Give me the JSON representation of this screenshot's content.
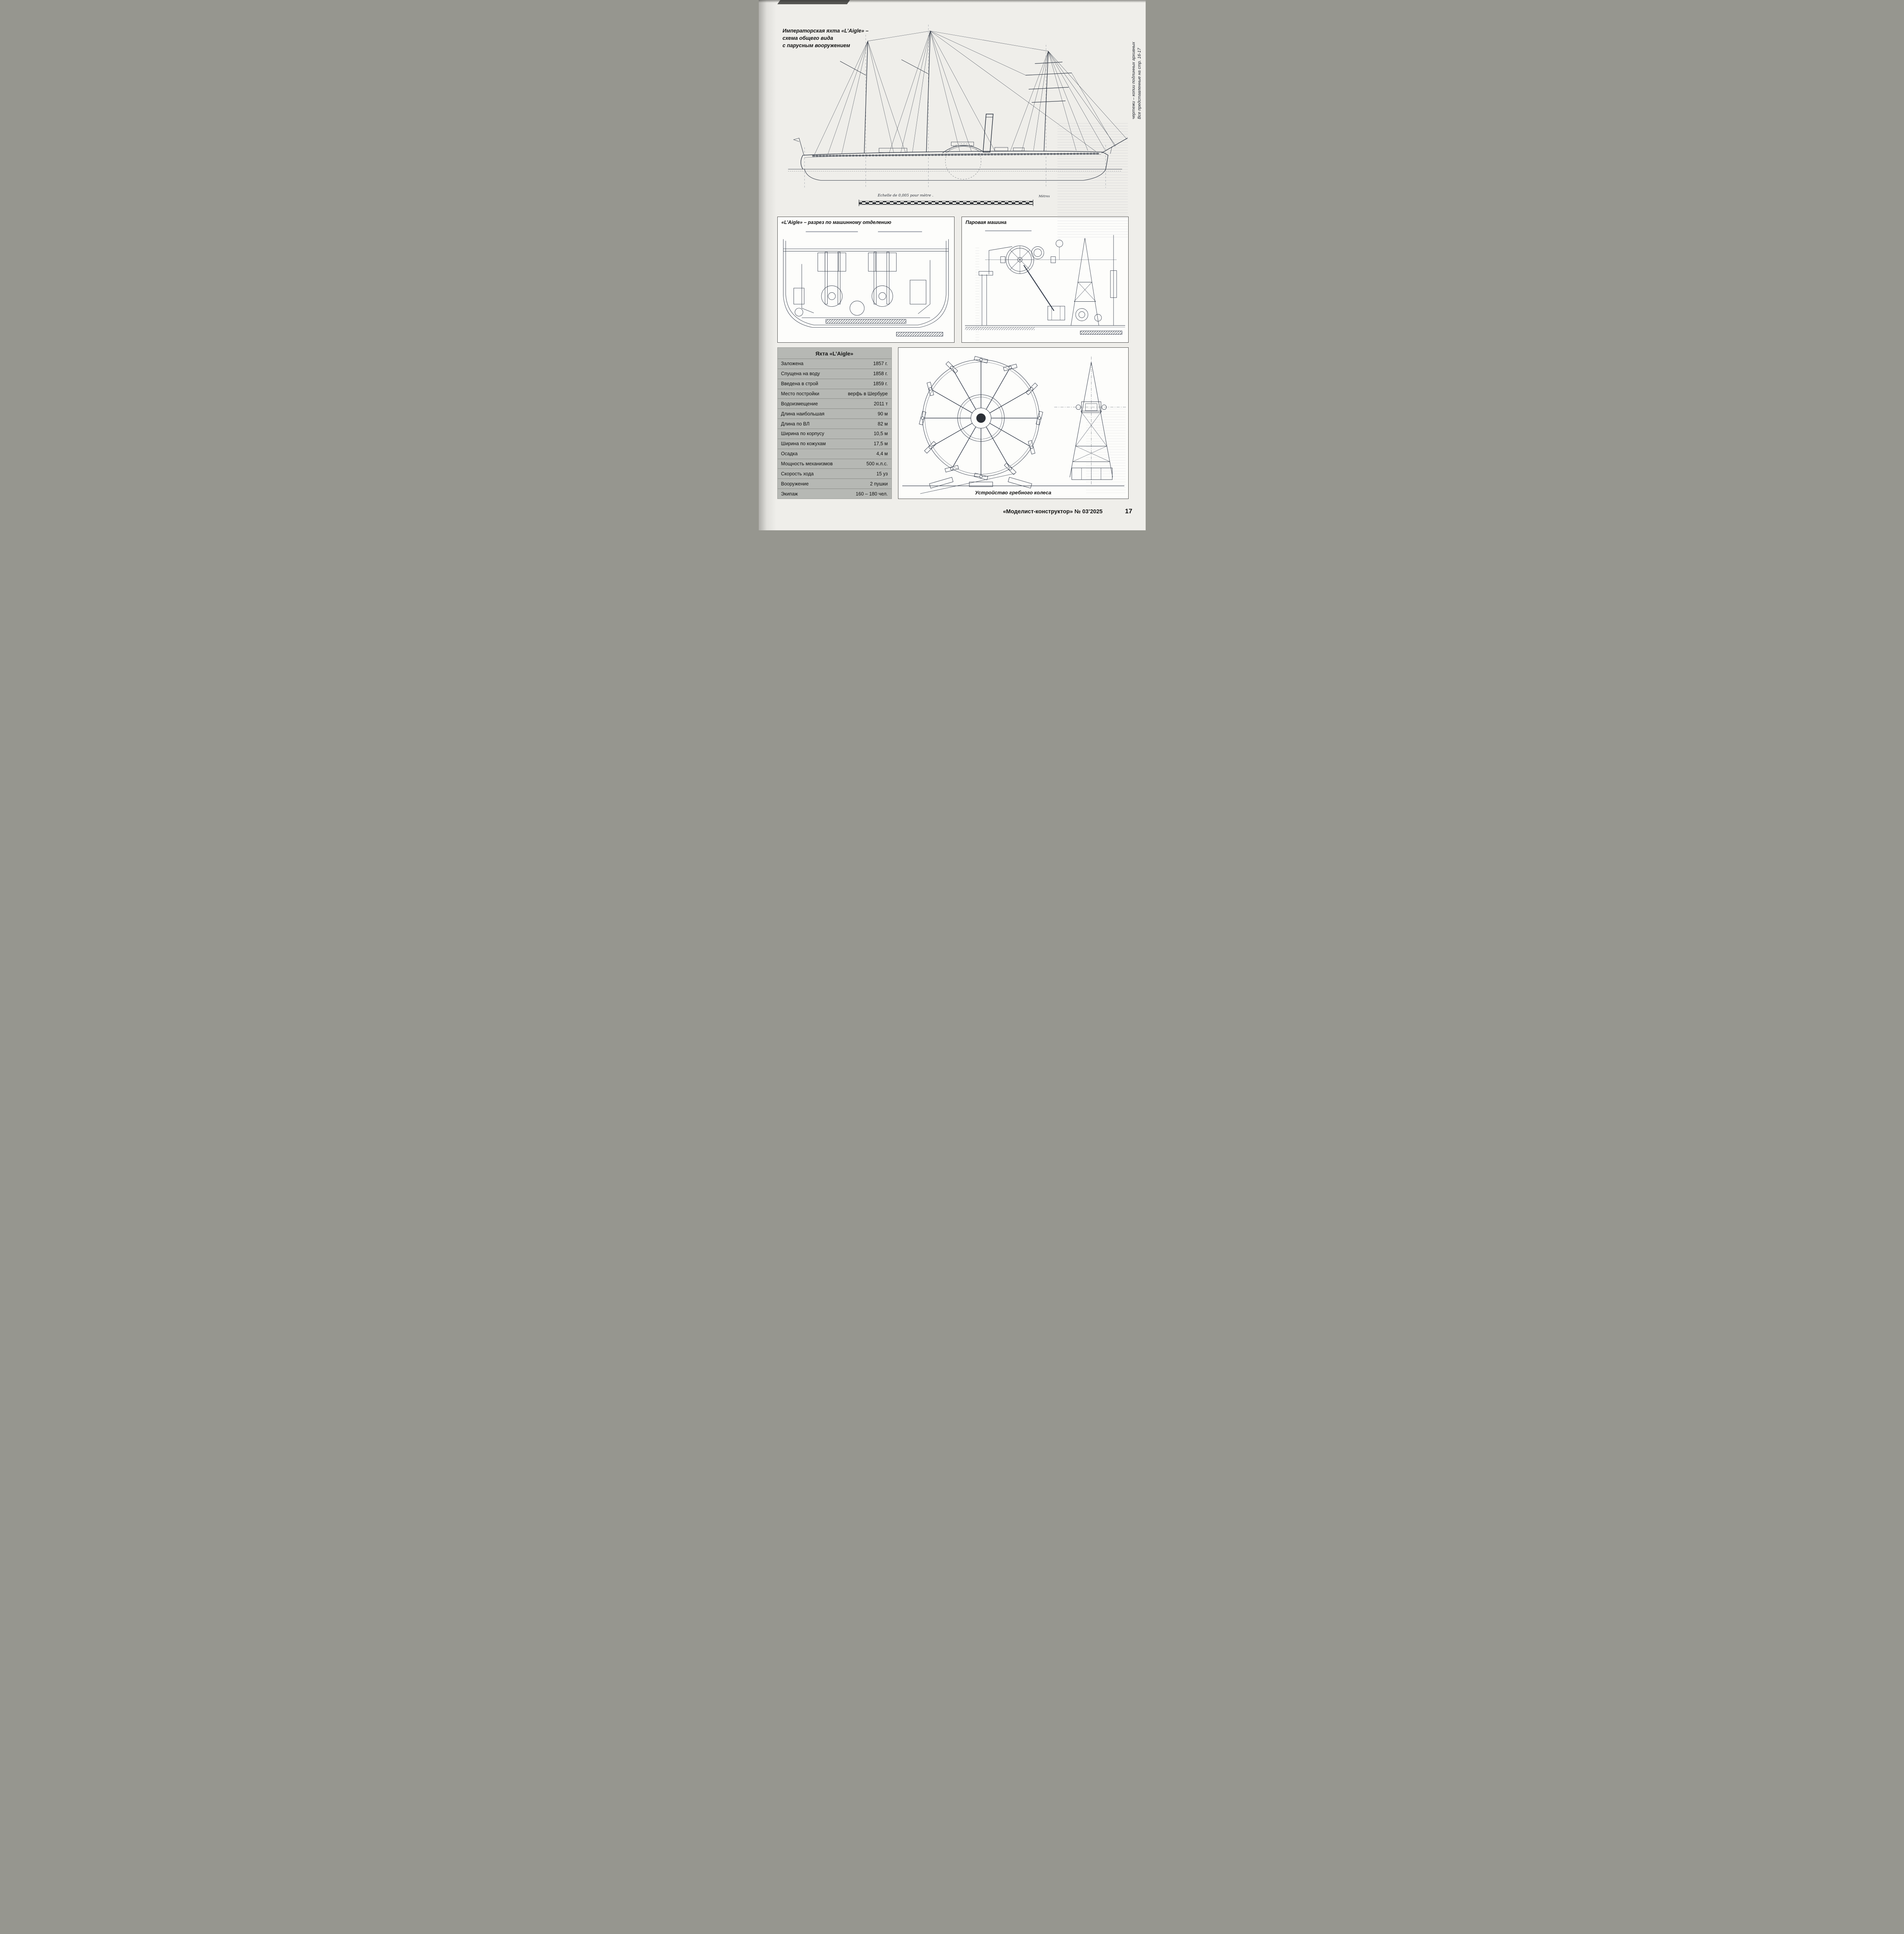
{
  "colors": {
    "paper": "#efeeea",
    "ink": "#111111",
    "draw": "#39414f",
    "table_bg": "#b6b8b4"
  },
  "general_view": {
    "title_lines": [
      "Императорская яхта «L’Aigle» –",
      "схема общего вида",
      "с парусным вооружением"
    ],
    "scale_label": "Echelle de 0,005 pour mètre .",
    "scale_units": "Mètres"
  },
  "side_note": {
    "lines": [
      "Все представленные на стр. 16-17",
      "чертежи – копии подлинных архивных"
    ]
  },
  "engine_room": {
    "title": "«L’Aigle» – разрез по машинному отделению"
  },
  "steam_engine": {
    "title": "Паровая машина"
  },
  "paddle_wheel": {
    "caption": "Устройство гребного колеса"
  },
  "spec_table": {
    "title": "Яхта «L’Aigle»",
    "rows": [
      {
        "label": "Заложена",
        "value": "1857 г."
      },
      {
        "label": "Спущена на воду",
        "value": "1858 г."
      },
      {
        "label": "Введена в строй",
        "value": "1859 г."
      },
      {
        "label": "Место постройки",
        "value": "верфь в Шербуре"
      },
      {
        "label": "Водоизмещение",
        "value": "2011 т"
      },
      {
        "label": "Длина наибольшая",
        "value": "90 м"
      },
      {
        "label": "Длина по ВЛ",
        "value": "82 м"
      },
      {
        "label": "Ширина по корпусу",
        "value": "10,5 м"
      },
      {
        "label": "Ширина по кожухам",
        "value": "17,5 м"
      },
      {
        "label": "Осадка",
        "value": "4,4 м"
      },
      {
        "label": "Мощность механизмов",
        "value": "500 н.л.с."
      },
      {
        "label": "Скорость хода",
        "value": "15 уз"
      },
      {
        "label": "Вооружение",
        "value": "2 пушки"
      },
      {
        "label": "Экипаж",
        "value": "160 – 180 чел."
      }
    ]
  },
  "footer": {
    "magazine": "«Моделист-конструктор» № 03’2025",
    "page_number": "17"
  }
}
